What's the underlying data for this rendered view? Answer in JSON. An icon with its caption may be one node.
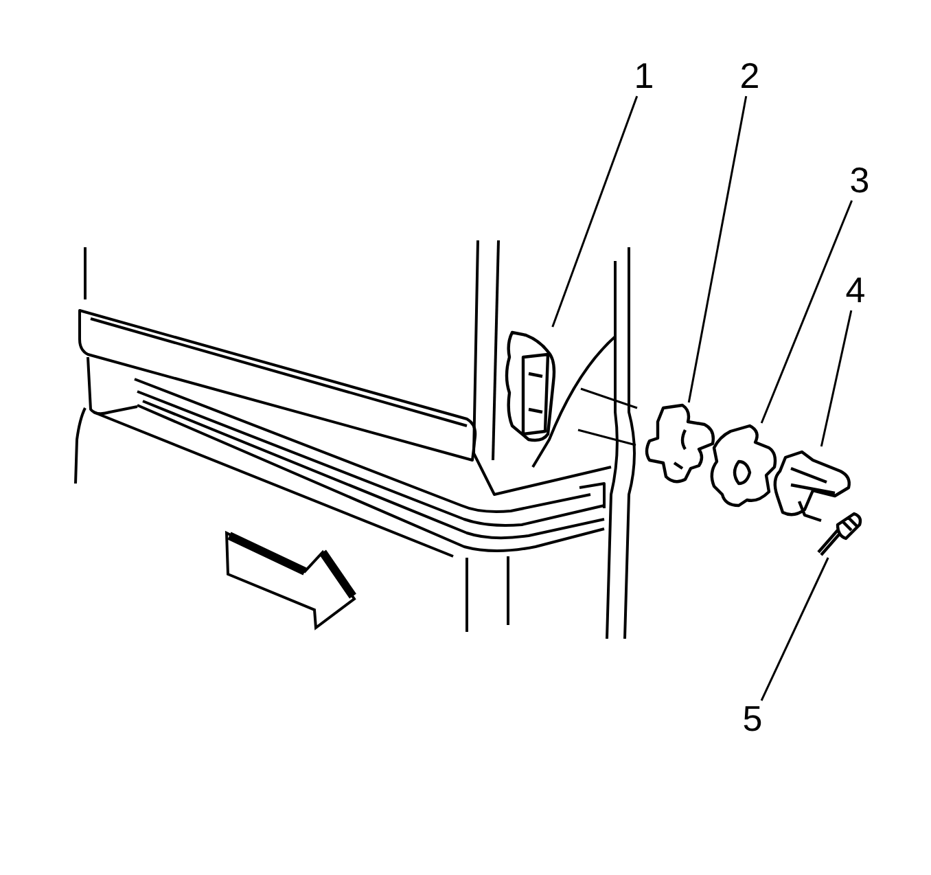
{
  "diagram": {
    "nodes": [
      {
        "text": [
          "1"
        ]
      },
      {
        "text": [
          "2"
        ]
      },
      {
        "text": [
          "3"
        ]
      },
      {
        "text": [
          "4"
        ]
      },
      {
        "text": [
          "5"
        ]
      },
      {
        "text": [],
        "shape": "picture"
      },
      {
        "text": [],
        "shape": "picture"
      },
      {
        "text": [],
        "shape": "picture"
      },
      {
        "text": [],
        "shape": "picture"
      },
      {
        "text": [],
        "shape": "picture"
      }
    ],
    "edges": [
      {
        "from": 0,
        "to": 5,
        "arrow": "none"
      },
      {
        "from": 1,
        "to": 6,
        "arrow": "none"
      },
      {
        "from": 2,
        "to": 7,
        "arrow": "none"
      },
      {
        "from": 3,
        "to": 8,
        "arrow": "none"
      },
      {
        "from": 4,
        "to": 9,
        "arrow": "none"
      }
    ]
  }
}
